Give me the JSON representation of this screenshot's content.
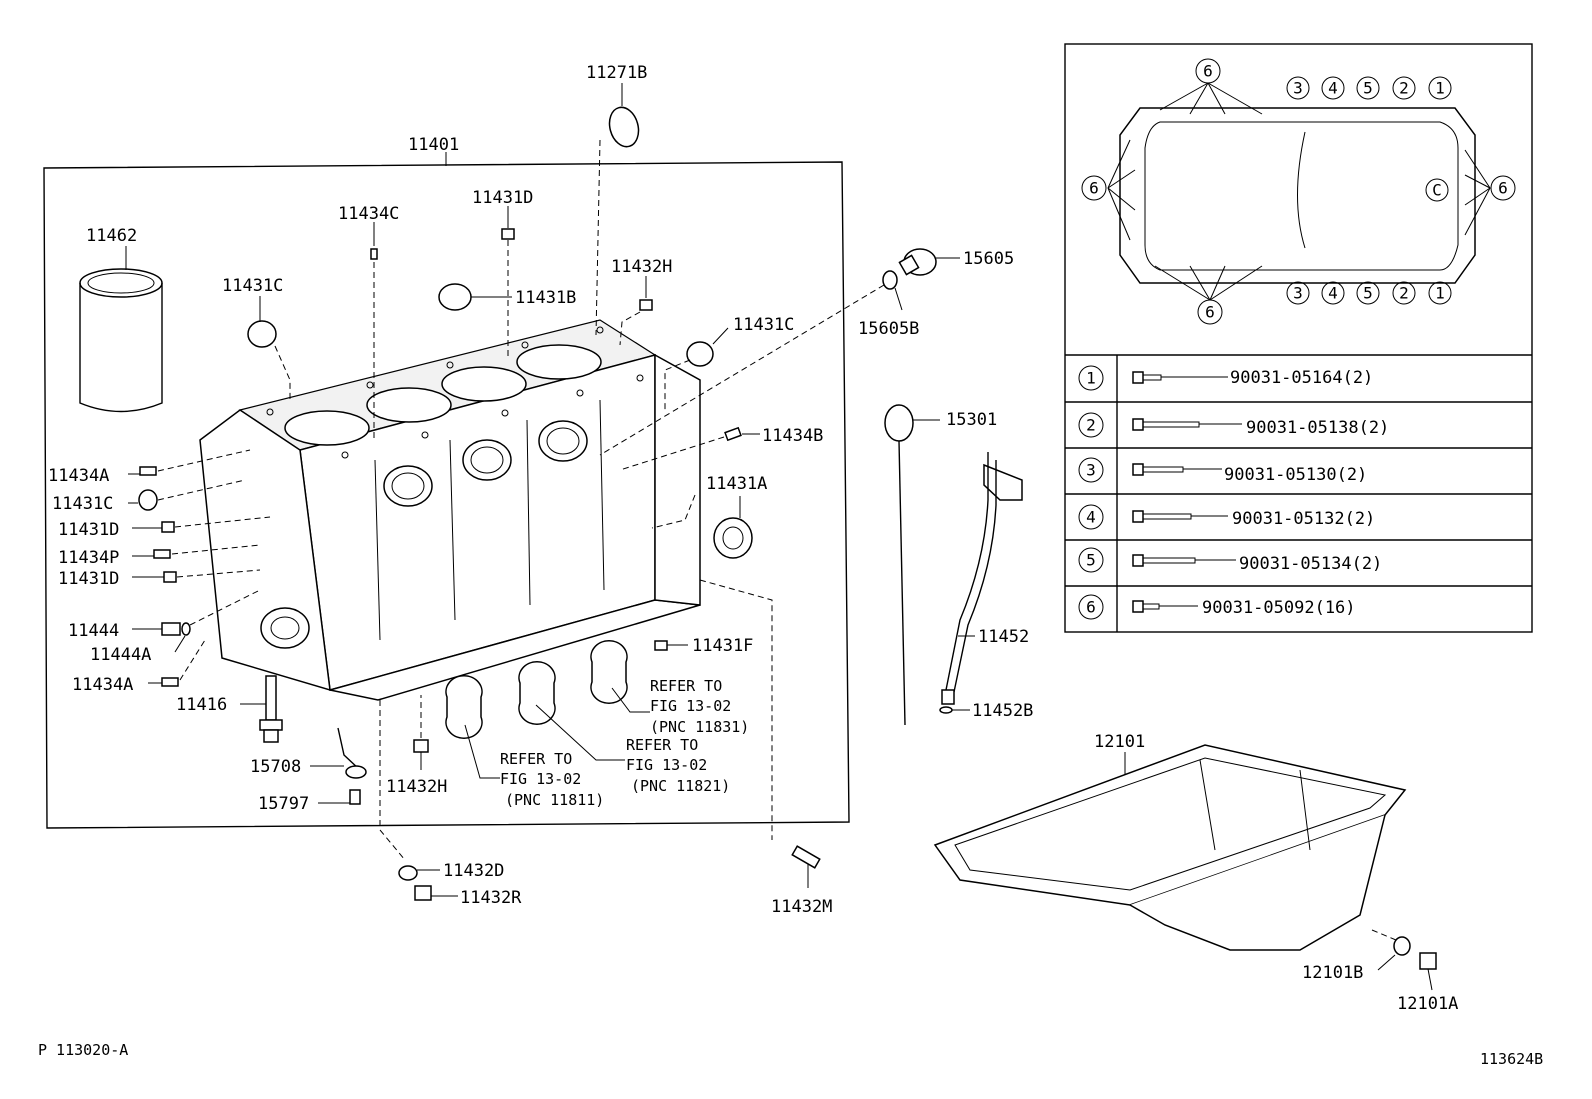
{
  "labels": {
    "l11271B": "11271B",
    "l11401": "11401",
    "l11462": "11462",
    "l11434C": "11434C",
    "l11431D_top": "11431D",
    "l11431C_left": "11431C",
    "l11431B": "11431B",
    "l11432H_top": "11432H",
    "l11431C_right": "11431C",
    "l15605": "15605",
    "l15605B": "15605B",
    "l11434B": "11434B",
    "l11434A_a": "11434A",
    "l11431C_b": "11431C",
    "l11431D_a": "11431D",
    "l11434P": "11434P",
    "l11431D_b": "11431D",
    "l11431A": "11431A",
    "l11444": "11444",
    "l11444A": "11444A",
    "l11434A_b": "11434A",
    "l11431F": "11431F",
    "l11416": "11416",
    "l15708": "15708",
    "l15797": "15797",
    "l11432H_bottom": "11432H",
    "l11432D": "11432D",
    "l11432R": "11432R",
    "l11432M": "11432M",
    "l15301": "15301",
    "l11452": "11452",
    "l11452B": "11452B",
    "l12101": "12101",
    "l12101B": "12101B",
    "l12101A": "12101A"
  },
  "refer_notes": {
    "r1_line1": "REFER TO",
    "r1_line2": "FIG 13-02",
    "r1_line3": "(PNC 11831)",
    "r2_line1": "REFER TO",
    "r2_line2": "FIG 13-02",
    "r2_line3": "(PNC 11821)",
    "r3_line1": "REFER TO",
    "r3_line2": "FIG 13-02",
    "r3_line3": "(PNC 11811)"
  },
  "inset": {
    "callouts": {
      "six": "6",
      "one": "1",
      "two": "2",
      "three": "3",
      "four": "4",
      "five": "5",
      "c": "C"
    },
    "bolt_table": [
      {
        "key": "1",
        "part": "90031-05164(2)"
      },
      {
        "key": "2",
        "part": "90031-05138(2)"
      },
      {
        "key": "3",
        "part": "90031-05130(2)"
      },
      {
        "key": "4",
        "part": "90031-05132(2)"
      },
      {
        "key": "5",
        "part": "90031-05134(2)"
      },
      {
        "key": "6",
        "part": "90031-05092(16)"
      }
    ]
  },
  "footer": {
    "page_ref": "P 113020-A",
    "figure_id": "113624B"
  }
}
